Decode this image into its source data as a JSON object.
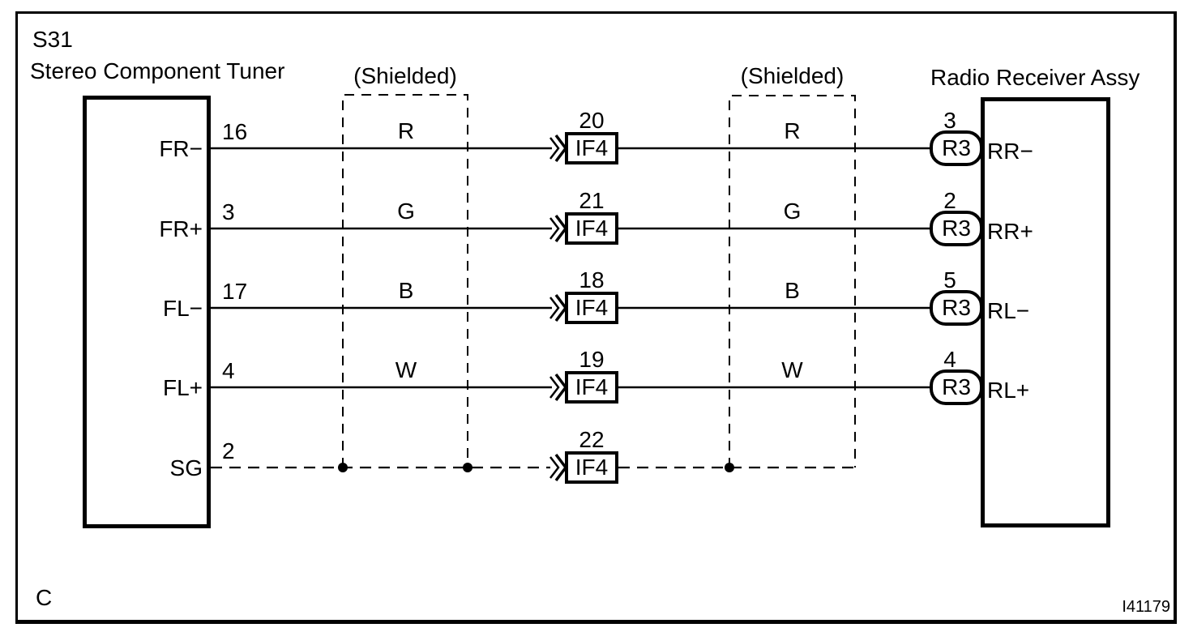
{
  "diagram": {
    "left_component": {
      "code": "S31",
      "name": "Stereo Component Tuner"
    },
    "right_component": {
      "name": "Radio Receiver Assy"
    },
    "shield_labels": {
      "left": "(Shielded)",
      "right": "(Shielded)"
    },
    "footer": {
      "note": "C",
      "figure_id": "I41179"
    },
    "rows": [
      {
        "left_pin": "FR−",
        "left_wire_no": "16",
        "wire_color": "R",
        "mid_pin_no": "20",
        "mid_connector": "IF4",
        "right_pin_no": "3",
        "right_connector": "R3",
        "right_pin": "RR−"
      },
      {
        "left_pin": "FR+",
        "left_wire_no": "3",
        "wire_color": "G",
        "mid_pin_no": "21",
        "mid_connector": "IF4",
        "right_pin_no": "2",
        "right_connector": "R3",
        "right_pin": "RR+"
      },
      {
        "left_pin": "FL−",
        "left_wire_no": "17",
        "wire_color": "B",
        "mid_pin_no": "18",
        "mid_connector": "IF4",
        "right_pin_no": "5",
        "right_connector": "R3",
        "right_pin": "RL−"
      },
      {
        "left_pin": "FL+",
        "left_wire_no": "4",
        "wire_color": "W",
        "mid_pin_no": "19",
        "mid_connector": "IF4",
        "right_pin_no": "4",
        "right_connector": "R3",
        "right_pin": "RL+"
      },
      {
        "left_pin": "SG",
        "left_wire_no": "2",
        "mid_pin_no": "22",
        "mid_connector": "IF4"
      }
    ],
    "colors": {
      "line": "#000000",
      "background": "#ffffff"
    }
  }
}
